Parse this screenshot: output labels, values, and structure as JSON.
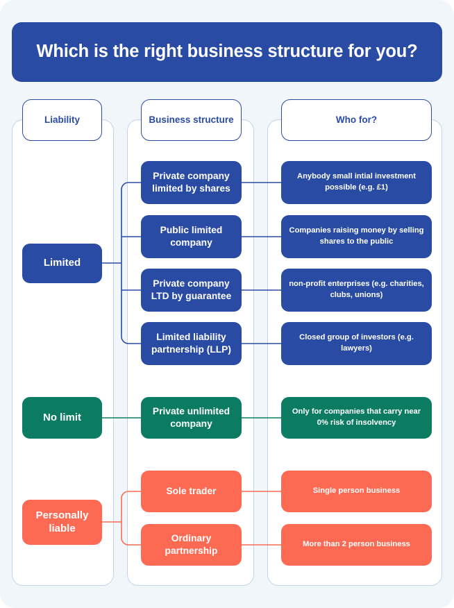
{
  "title": "Which is the right business structure for you?",
  "colors": {
    "page_background": "#f1f6fb",
    "blue": "#2a4ba3",
    "green": "#0b7b62",
    "red": "#fc6a53",
    "column_border": "#c3d2ee",
    "text_on_fill": "#ffffff"
  },
  "columns": [
    {
      "key": "liability",
      "header": "Liability"
    },
    {
      "key": "structure",
      "header": "Business structure"
    },
    {
      "key": "whofor",
      "header": "Who for?"
    }
  ],
  "groups": [
    {
      "liability": "Limited",
      "color": "#2a4ba3",
      "rows": [
        {
          "structure": "Private company limited by shares",
          "whofor": "Anybody small intial investment possible (e.g. £1)"
        },
        {
          "structure": "Public limited company",
          "whofor": "Companies raising money by selling shares to the public"
        },
        {
          "structure": "Private company LTD by guarantee",
          "whofor": "non-profit enterprises (e.g. charities, clubs, unions)"
        },
        {
          "structure": "Limited liability partnership (LLP)",
          "whofor": "Closed group of investors (e.g. lawyers)"
        }
      ]
    },
    {
      "liability": "No limit",
      "color": "#0b7b62",
      "rows": [
        {
          "structure": "Private unlimited company",
          "whofor": "Only for companies that carry near 0% risk of insolvency"
        }
      ]
    },
    {
      "liability": "Personally liable",
      "color": "#fc6a53",
      "rows": [
        {
          "structure": "Sole trader",
          "whofor": "Single person business"
        },
        {
          "structure": "Ordinary partnership",
          "whofor": "More than 2 person business"
        }
      ]
    }
  ]
}
